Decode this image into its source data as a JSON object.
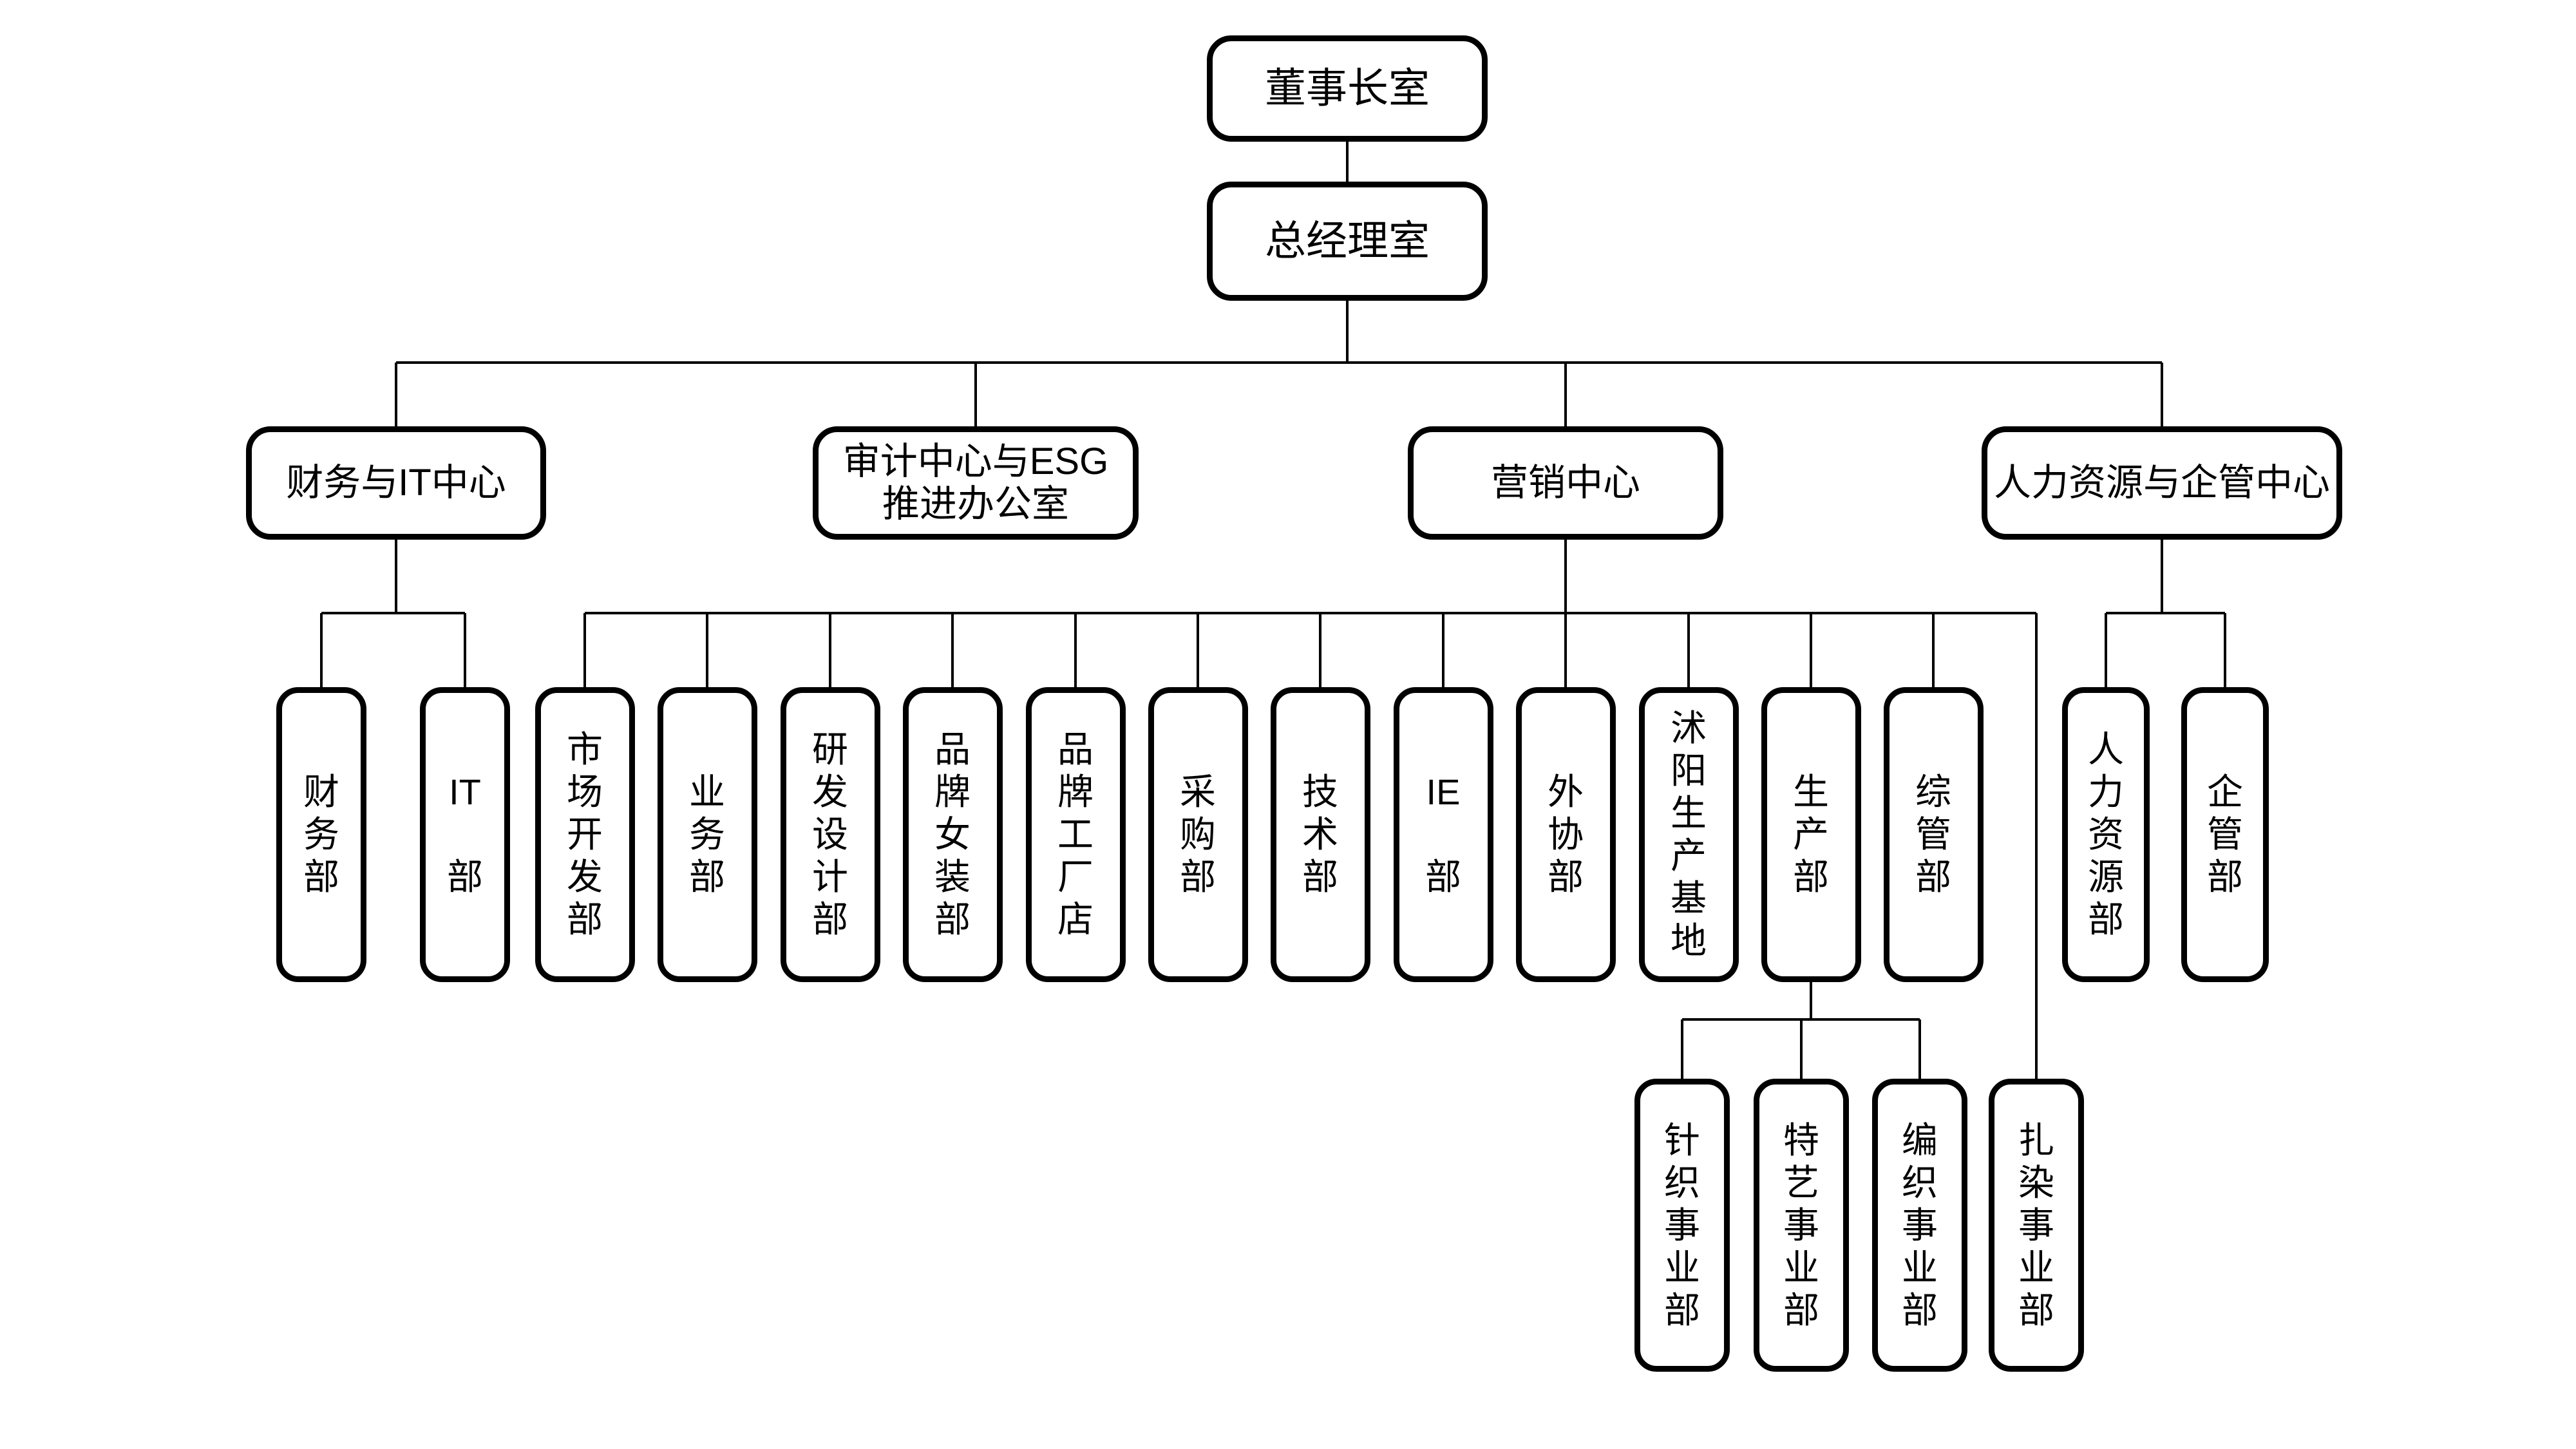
{
  "canvas": {
    "background_color": "#ffffff",
    "line_color": "#000000",
    "box_border_color": "#000000",
    "text_color": "#000000"
  },
  "nodes": [
    {
      "id": "chairman",
      "label": "董事长室",
      "level": 1
    },
    {
      "id": "general-manager",
      "label": "总经理室",
      "level": 1
    },
    {
      "id": "finance-it-center",
      "label": "财务与IT中心",
      "level": 2
    },
    {
      "id": "audit-esg-office",
      "label": "审计中心与ESG推进办公室",
      "lines": [
        "审计中心与ESG",
        "推进办公室"
      ],
      "level": 2
    },
    {
      "id": "marketing-center",
      "label": "营销中心",
      "level": 2
    },
    {
      "id": "hr-admin-center",
      "label": "人力资源与企管中心",
      "level": 2
    },
    {
      "id": "finance-dept",
      "label": "财务部",
      "chars": [
        "财",
        "务",
        "部"
      ],
      "level": 3
    },
    {
      "id": "it-dept",
      "label": "IT部",
      "chars": [
        "IT",
        "",
        "部"
      ],
      "level": 3
    },
    {
      "id": "market-dev-dept",
      "label": "市场开发部",
      "chars": [
        "市",
        "场",
        "开",
        "发",
        "部"
      ],
      "level": 3
    },
    {
      "id": "business-dept",
      "label": "业务部",
      "chars": [
        "业",
        "务",
        "部"
      ],
      "level": 3
    },
    {
      "id": "rd-design-dept",
      "label": "研发设计部",
      "chars": [
        "研",
        "发",
        "设",
        "计",
        "部"
      ],
      "level": 3
    },
    {
      "id": "brand-womenswear-dept",
      "label": "品牌女装部",
      "chars": [
        "品",
        "牌",
        "女",
        "装",
        "部"
      ],
      "level": 3
    },
    {
      "id": "brand-factory-store",
      "label": "品牌工厂店",
      "chars": [
        "品",
        "牌",
        "工",
        "厂",
        "店"
      ],
      "level": 3
    },
    {
      "id": "purchasing-dept",
      "label": "采购部",
      "chars": [
        "采",
        "购",
        "部"
      ],
      "level": 3
    },
    {
      "id": "technology-dept",
      "label": "技术部",
      "chars": [
        "技",
        "术",
        "部"
      ],
      "level": 3
    },
    {
      "id": "ie-dept",
      "label": "IE部",
      "chars": [
        "IE",
        "",
        "部"
      ],
      "level": 3
    },
    {
      "id": "outsourcing-dept",
      "label": "外协部",
      "chars": [
        "外",
        "协",
        "部"
      ],
      "level": 3
    },
    {
      "id": "shuyang-production-base",
      "label": "沭阳生产基地",
      "chars": [
        "沭",
        "阳",
        "生",
        "产",
        "基",
        "地"
      ],
      "level": 3
    },
    {
      "id": "production-dept",
      "label": "生产部",
      "chars": [
        "生",
        "产",
        "部"
      ],
      "level": 3
    },
    {
      "id": "general-admin-dept",
      "label": "综管部",
      "chars": [
        "综",
        "管",
        "部"
      ],
      "level": 3
    },
    {
      "id": "hr-dept",
      "label": "人力资源部",
      "chars": [
        "人",
        "力",
        "资",
        "源",
        "部"
      ],
      "level": 3
    },
    {
      "id": "enterprise-admin-dept",
      "label": "企管部",
      "chars": [
        "企",
        "管",
        "部"
      ],
      "level": 3
    },
    {
      "id": "knitting-division",
      "label": "针织事业部",
      "chars": [
        "针",
        "织",
        "事",
        "业",
        "部"
      ],
      "level": 4
    },
    {
      "id": "special-craft-division",
      "label": "特艺事业部",
      "chars": [
        "特",
        "艺",
        "事",
        "业",
        "部"
      ],
      "level": 4
    },
    {
      "id": "weaving-division",
      "label": "编织事业部",
      "chars": [
        "编",
        "织",
        "事",
        "业",
        "部"
      ],
      "level": 4
    },
    {
      "id": "tie-dye-division",
      "label": "扎染事业部",
      "chars": [
        "扎",
        "染",
        "事",
        "业",
        "部"
      ],
      "level": 4
    }
  ],
  "edges": [
    {
      "parent": "chairman",
      "child": "general-manager"
    },
    {
      "parent": "general-manager",
      "child": "finance-it-center"
    },
    {
      "parent": "general-manager",
      "child": "audit-esg-office"
    },
    {
      "parent": "general-manager",
      "child": "marketing-center"
    },
    {
      "parent": "general-manager",
      "child": "hr-admin-center"
    },
    {
      "parent": "finance-it-center",
      "child": "finance-dept"
    },
    {
      "parent": "finance-it-center",
      "child": "it-dept"
    },
    {
      "parent": "marketing-center",
      "child": "market-dev-dept"
    },
    {
      "parent": "marketing-center",
      "child": "business-dept"
    },
    {
      "parent": "marketing-center",
      "child": "rd-design-dept"
    },
    {
      "parent": "marketing-center",
      "child": "brand-womenswear-dept"
    },
    {
      "parent": "marketing-center",
      "child": "brand-factory-store"
    },
    {
      "parent": "marketing-center",
      "child": "purchasing-dept"
    },
    {
      "parent": "marketing-center",
      "child": "technology-dept"
    },
    {
      "parent": "marketing-center",
      "child": "ie-dept"
    },
    {
      "parent": "marketing-center",
      "child": "outsourcing-dept"
    },
    {
      "parent": "marketing-center",
      "child": "shuyang-production-base"
    },
    {
      "parent": "marketing-center",
      "child": "production-dept"
    },
    {
      "parent": "marketing-center",
      "child": "general-admin-dept"
    },
    {
      "parent": "marketing-center",
      "child": "tie-dye-division"
    },
    {
      "parent": "hr-admin-center",
      "child": "hr-dept"
    },
    {
      "parent": "hr-admin-center",
      "child": "enterprise-admin-dept"
    },
    {
      "parent": "production-dept",
      "child": "knitting-division"
    },
    {
      "parent": "production-dept",
      "child": "special-craft-division"
    },
    {
      "parent": "production-dept",
      "child": "weaving-division"
    }
  ]
}
